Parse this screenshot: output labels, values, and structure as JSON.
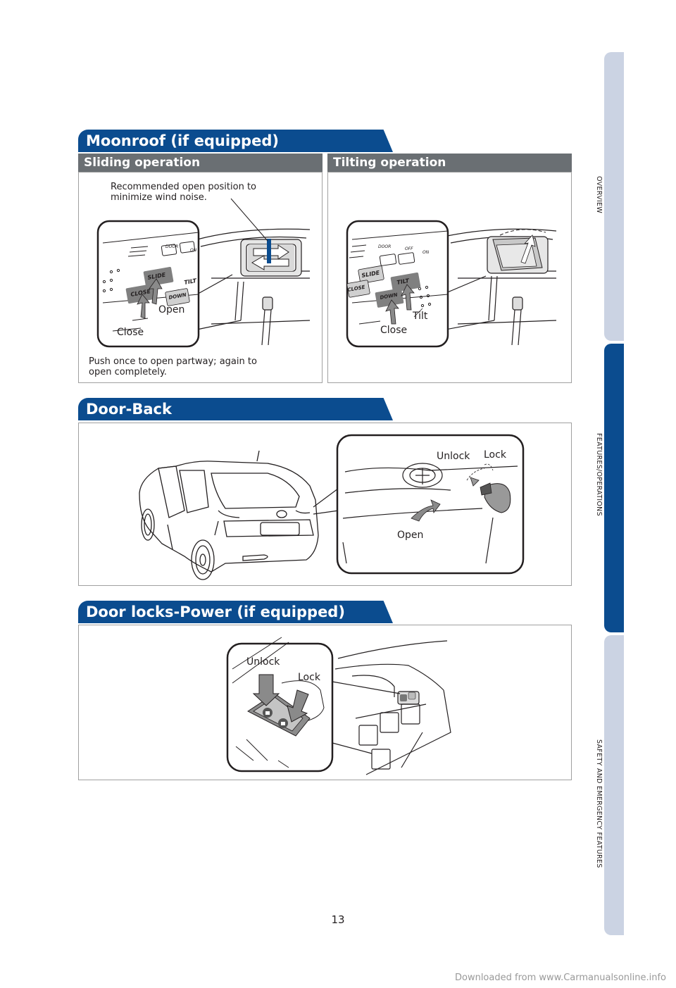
{
  "side_tabs": [
    "OVERVIEW",
    "FEATURES/OPERATIONS",
    "SAFETY AND EMERGENCY FEATURES"
  ],
  "moonroof": {
    "title": "Moonroof (if equipped)",
    "sliding": {
      "heading": "Sliding operation",
      "note_top_1": "Recommended open position to",
      "note_top_2": "minimize wind noise.",
      "open_label": "Open",
      "close_label": "Close",
      "note_bottom_1": "Push once to open partway; again to",
      "note_bottom_2": "open completely.",
      "button_labels": [
        "DOOR",
        "ON",
        "SLIDE",
        "CLOSE",
        "TILT",
        "DOWN"
      ]
    },
    "tilting": {
      "heading": "Tilting operation",
      "tilt_label": "Tilt",
      "close_label": "Close",
      "button_labels": [
        "DOOR",
        "OFF",
        "ON",
        "SLIDE",
        "CLOSE",
        "TILT",
        "DOWN"
      ]
    }
  },
  "door_back": {
    "title": "Door-Back",
    "unlock_label": "Unlock",
    "lock_label": "Lock",
    "open_label": "Open"
  },
  "door_locks": {
    "title": "Door locks-Power (if equipped)",
    "unlock_label": "Unlock",
    "lock_label": "Lock"
  },
  "page_number": "13",
  "footer": "Downloaded from www.Carmanualsonline.info",
  "colors": {
    "brand_blue": "#0b4c8f",
    "tab_light": "#cbd3e3",
    "subbar_gray": "#6a6f73",
    "arrow_gray": "#8a8a8a"
  }
}
